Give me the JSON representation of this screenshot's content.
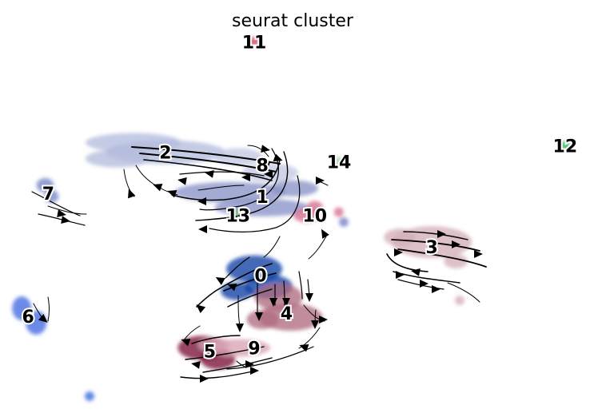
{
  "chart_data": {
    "type": "scatter",
    "title": "seurat cluster",
    "xlabel": "",
    "ylabel": "",
    "grid": false,
    "axes_visible": false,
    "legend": "none (labels on data)",
    "clusters": [
      {
        "label": "0",
        "color": "#0b3fa3",
        "x": 0.08,
        "y": -0.4
      },
      {
        "label": "1",
        "color": "#8994c8",
        "x": 0.1,
        "y": 0.85
      },
      {
        "label": "2",
        "color": "#b4bcdc",
        "x": -1.1,
        "y": 1.55
      },
      {
        "label": "3",
        "color": "#d3b0b7",
        "x": 2.2,
        "y": 0.05
      },
      {
        "label": "4",
        "color": "#b06b80",
        "x": 0.4,
        "y": -1.0
      },
      {
        "label": "5",
        "color": "#7b0a37",
        "x": -0.55,
        "y": -1.6
      },
      {
        "label": "6",
        "color": "#4169e1",
        "x": -2.8,
        "y": -1.05
      },
      {
        "label": "7",
        "color": "#7886c8",
        "x": -2.55,
        "y": 0.9
      },
      {
        "label": "8",
        "color": "#c2c8e2",
        "x": 0.1,
        "y": 1.35
      },
      {
        "label": "9",
        "color": "#d9a3b4",
        "x": 0.0,
        "y": -1.55
      },
      {
        "label": "10",
        "color": "#d76b8a",
        "x": 0.75,
        "y": 0.55
      },
      {
        "label": "11",
        "color": "#d9385a",
        "x": 0.0,
        "y": 3.3
      },
      {
        "label": "12",
        "color": "#1db34c",
        "x": 3.85,
        "y": 1.65
      },
      {
        "label": "13",
        "color": "#6dbf75",
        "x": -0.2,
        "y": 0.55
      },
      {
        "label": "14",
        "color": "#a9cfa8",
        "x": 1.05,
        "y": 1.4
      }
    ]
  }
}
